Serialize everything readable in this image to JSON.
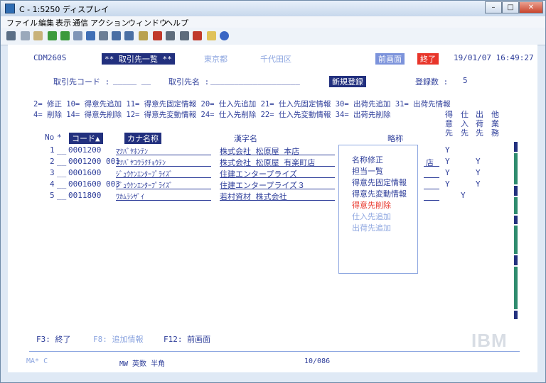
{
  "window": {
    "title": "C - 1:5250 ディスプレイ",
    "min": "–",
    "max": "□",
    "close": "✕"
  },
  "menu": [
    "ファイル",
    "編集",
    "表示",
    "通信",
    "アクション",
    "ウィンドウ",
    "ヘルプ"
  ],
  "toolbar_icons": [
    "print-icon",
    "copy-icon",
    "paste-icon",
    "send-icon",
    "receive-icon",
    "macro-icon",
    "record-icon",
    "settings-icon",
    "keypad-icon",
    "display-icon",
    "properties-icon",
    "stop-icon",
    "play-icon",
    "lock-icon",
    "map-icon",
    "note-icon",
    "help-icon"
  ],
  "header": {
    "program": "CDM260S",
    "title": "** 取引先一覧 **",
    "city": "東京都",
    "ward": "千代田区",
    "prev_screen": "前画面",
    "exit": "終了",
    "datetime": "19/01/07 16:49:27"
  },
  "search": {
    "code_label": "取引先コード :",
    "code_value": "_____ __",
    "name_label": "取引先名 :",
    "name_value": "___________________",
    "new_button": "新規登録",
    "count_label": "登録数 :",
    "count_value": "5"
  },
  "options": {
    "line1": "2= 修正   10= 得意先追加 11= 得意先固定情報  20= 仕入先追加 21= 仕入先固定情報  30= 出荷先追加 31= 出荷先情報",
    "line2": "4= 削除   14= 得意先削除 12= 得意先変動情報  24= 仕入先削除 22= 仕入先変動情報  34= 出荷先削除"
  },
  "columns": {
    "no": "No",
    "star": "*",
    "code": "コード▲",
    "kana": "カナ名称",
    "kanji": "漢字名",
    "abbr": "略称",
    "flags": [
      [
        "得",
        "意",
        "先"
      ],
      [
        "仕",
        "入",
        "先"
      ],
      [
        "出",
        "荷",
        "先"
      ],
      [
        "他",
        "業",
        "務"
      ]
    ]
  },
  "rows": [
    {
      "no": "1",
      "code": "0001200",
      "kana": "ﾏﾂﾊﾞﾔﾎﾝﾃﾝ",
      "kanji": "株式会社 松原屋 本店",
      "abbr": "",
      "tokui": "Y",
      "shiire": "",
      "shukka": ""
    },
    {
      "no": "2",
      "code": "0001200 001",
      "kana": "ﾏﾂﾊﾞﾔﾕｳﾗｸﾁｮｳﾃﾝ",
      "kanji": "株式会社 松原屋 有楽町店",
      "abbr": "店",
      "tokui": "Y",
      "shiire": "",
      "shukka": "Y"
    },
    {
      "no": "3",
      "code": "0001600",
      "kana": "ｼﾞｭｳｹﾝｴﾝﾀｰﾌﾟﾗｲｽﾞ",
      "kanji": "住建エンタープライズ",
      "abbr": "",
      "tokui": "Y",
      "shiire": "",
      "shukka": "Y"
    },
    {
      "no": "4",
      "code": "0001600 003",
      "kana": "ｼﾞｭｳｹﾝｴﾝﾀｰﾌﾟﾗｲｽﾞ",
      "kanji": "住建エンタープライズ３",
      "abbr": "",
      "tokui": "Y",
      "shiire": "",
      "shukka": "Y"
    },
    {
      "no": "5",
      "code": "0011800",
      "kana": "ﾜｶﾑﾗｼｻﾞｲ",
      "kanji": "若村資材 株式会社",
      "abbr": "",
      "tokui": "",
      "shiire": "Y",
      "shukka": ""
    }
  ],
  "popup": [
    "名称修正",
    "担当一覧",
    "得意先固定情報",
    "得意先変動情報",
    "得意先削除",
    "仕入先追加",
    "出荷先追加"
  ],
  "fkeys": {
    "f3": "F3: 終了",
    "f8": "F8: 追加情報",
    "f12": "F12: 前画面"
  },
  "logo": "IBM",
  "statusbar": {
    "left": "MA*  C",
    "mode": "MW   英数 半角",
    "pos": "10/086"
  },
  "colors": {
    "field_text": "#2e3e9a",
    "highlight_bg": "#22307e",
    "light_highlight_bg": "#7c93db",
    "alert_red": "#e8352a",
    "disabled_text": "#8da6e0"
  }
}
